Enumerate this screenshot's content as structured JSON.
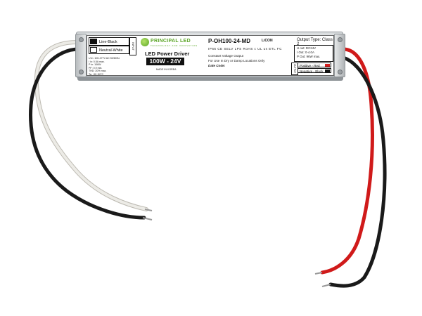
{
  "driver": {
    "brand": "PRINCIPAL LED",
    "brand_sub": "TECHNOLOGY AND INNOVATION",
    "product_line": "LED Power Driver",
    "power_rating": "100W - 24V",
    "made_in": "MADE IN KOREA",
    "model": "P-OH100-24-MD",
    "brand_mark": "LiCON",
    "certifications": "IP66  CE  SELV  LPS  RoHS  c UL us  ETL  FC",
    "cv_output": "Constant Voltage Output",
    "use_note": "For Use In Dry or Damp Locations Only",
    "date_code": "Date Code:",
    "input": {
      "tag": "INPUT",
      "wires": [
        {
          "label": "Line-Black",
          "color": "#111111"
        },
        {
          "label": "Neutral-White",
          "color": "#ffffff"
        }
      ],
      "specs": [
        "U in: 100-277V AC 50/60Hz",
        "I in: 0.5A max.",
        "P in: 106W",
        "PF: 0.9 min.",
        "THD: 20% max.",
        "Ta: -30~50°C"
      ]
    },
    "output": {
      "type": "Output Type: Class 2",
      "tag": "OUTPUT",
      "specs": [
        "U out: DC24V",
        "I Out: 0-4.0A",
        "P Out: 96W max."
      ],
      "wires": [
        {
          "label": "Positive - Red",
          "color": "#d31f1f"
        },
        {
          "label": "Negative - Black",
          "color": "#111111"
        }
      ]
    }
  },
  "colors": {
    "wire_black": "#1a1a1a",
    "wire_white": "#e8e6e0",
    "wire_red": "#d01a1a",
    "housing": "#c9cdd0",
    "brand_green": "#5aa524"
  }
}
